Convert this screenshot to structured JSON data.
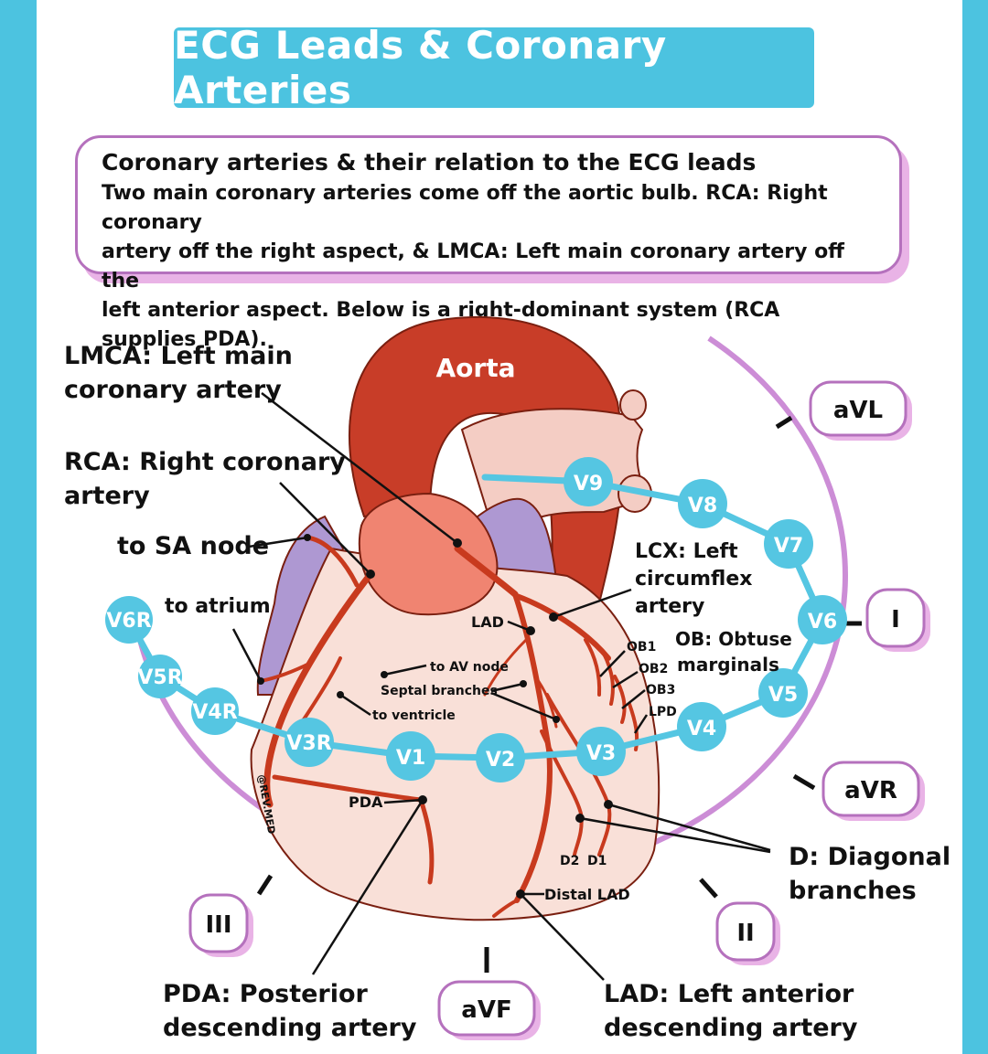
{
  "title": "ECG Leads & Coronary Arteries",
  "info": {
    "heading": "Coronary arteries & their relation to the ECG leads",
    "line1": "Two main coronary arteries come off the aortic bulb. RCA: Right coronary",
    "line2": "artery off the right aspect, & LMCA: Left main coronary artery off the",
    "line3": "left anterior aspect. Below is a right-dominant system (RCA supplies PDA)."
  },
  "labels": {
    "aorta": "Aorta",
    "lmca_1": "LMCA: Left main",
    "lmca_2": "coronary artery",
    "rca_1": "RCA: Right coronary",
    "rca_2": "artery",
    "sa_node": "to SA node",
    "to_atrium": "to atrium",
    "lad_short": "LAD",
    "to_av_node": "to AV node",
    "septal": "Septal branches",
    "to_ventricle": "to ventricle",
    "lcx_1": "LCX: Left",
    "lcx_2": "circumflex",
    "lcx_3": "artery",
    "ob1": "OB1",
    "ob2": "OB2",
    "ob3": "OB3",
    "lpd": "LPD",
    "ob_1": "OB: Obtuse",
    "ob_2": "marginals",
    "pda_short": "PDA",
    "d2": "D2",
    "d1": "D1",
    "distal_lad": "Distal LAD",
    "diag_1": "D: Diagonal",
    "diag_2": "branches",
    "pda_1": "PDA: Posterior",
    "pda_2": "descending artery",
    "ladl_1": "LAD: Left anterior",
    "ladl_2": "descending artery",
    "watermark": "@REV.MED"
  },
  "chest_leads": {
    "v6r": "V6R",
    "v5r": "V5R",
    "v4r": "V4R",
    "v3r": "V3R",
    "v1": "V1",
    "v2": "V2",
    "v3": "V3",
    "v4": "V4",
    "v5": "V5",
    "v6": "V6",
    "v7": "V7",
    "v8": "V8",
    "v9": "V9"
  },
  "limb_leads": {
    "avl": "aVL",
    "i": "I",
    "avr": "aVR",
    "ii": "II",
    "avf": "aVF",
    "iii": "III"
  },
  "colors": {
    "frame": "#4cc3e0",
    "lead_line": "#55c6e2",
    "limb_circle": "#cc8dd6",
    "artery": "#c83a1e",
    "heart": "#f9e0d8",
    "aorta": "#c83d28",
    "atrium": "#ae98d2"
  }
}
